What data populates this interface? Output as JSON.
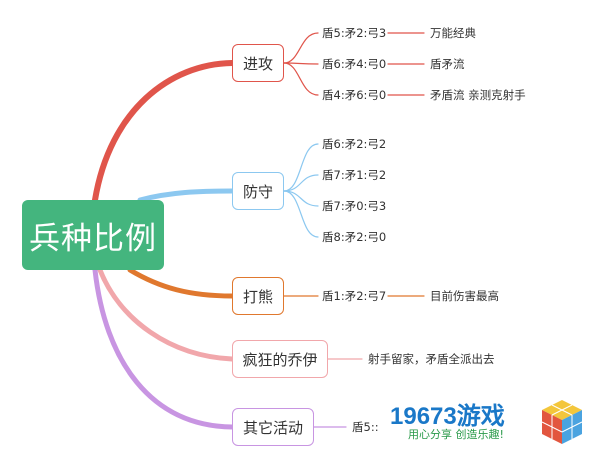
{
  "root": {
    "label": "兵种比例",
    "color": "#44b57e"
  },
  "branches": [
    {
      "label": "进攻",
      "color": "#e0554b",
      "leaves": [
        {
          "ratio": "盾5:矛2:弓3",
          "note": "万能经典"
        },
        {
          "ratio": "盾6:矛4:弓0",
          "note": "盾矛流"
        },
        {
          "ratio": "盾4:矛6:弓0",
          "note": "矛盾流 亲测克射手"
        }
      ]
    },
    {
      "label": "防守",
      "color": "#8cc8f0",
      "leaves": [
        {
          "ratio": "盾6:矛2:弓2"
        },
        {
          "ratio": "盾7:矛1:弓2"
        },
        {
          "ratio": "盾7:矛0:弓3"
        },
        {
          "ratio": "盾8:矛2:弓0"
        }
      ]
    },
    {
      "label": "打熊",
      "color": "#e0782e",
      "leaves": [
        {
          "ratio": "盾1:矛2:弓7",
          "note": "目前伤害最高"
        }
      ]
    },
    {
      "label": "疯狂的乔伊",
      "color": "#f1a7ab",
      "leaves": [
        {
          "note": "射手留家，矛盾全派出去"
        }
      ]
    },
    {
      "label": "其它活动",
      "color": "#c895e2",
      "leaves": [
        {
          "ratio": "盾5::"
        }
      ]
    }
  ],
  "watermark": {
    "title": "19673游戏",
    "subtitle": "用心分享  创造乐趣!"
  }
}
